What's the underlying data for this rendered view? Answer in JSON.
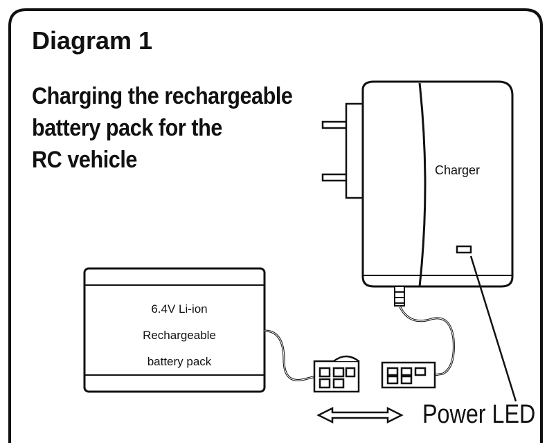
{
  "diagram": {
    "heading": "Diagram 1",
    "subtitle_lines": [
      "Charging the rechargeable",
      "battery pack for the",
      "RC vehicle"
    ],
    "charger_label": "Charger",
    "battery_label_lines": [
      "6.4V Li-ion",
      "Rechargeable",
      "battery pack"
    ],
    "power_led_label": "Power LED"
  },
  "colors": {
    "line": "#111111",
    "background": "#ffffff"
  }
}
